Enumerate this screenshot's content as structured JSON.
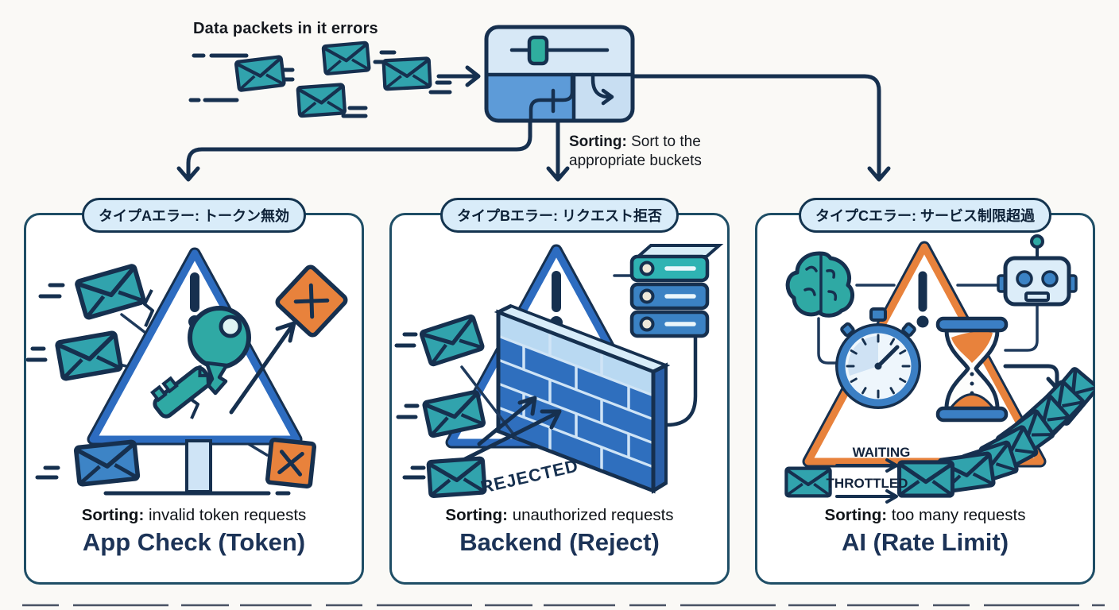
{
  "flow": {
    "input_label": "Data packets in it errors",
    "sorter_caption_bold": "Sorting:",
    "sorter_caption_rest": " Sort to the appropriate buckets",
    "sorter_icon": "sorter-box-with-slider-and-branch-arrows",
    "input_icons": [
      "mail-icon",
      "speed-lines",
      "arrow-right-icon"
    ]
  },
  "colors": {
    "background": "#faf9f6",
    "ink": "#16304f",
    "panel_border": "#1f4e66",
    "pill_fill": "#d9ecf9",
    "teal": "#31a3ad",
    "blue": "#3d84c6",
    "triangle_blue": "#2d6cc0",
    "triangle_orange": "#e8823c",
    "orange": "#e8823c",
    "light_blue": "#cfe4f6",
    "wall_blue": "#2f6fbe",
    "title_navy": "#1c3357"
  },
  "panels": [
    {
      "header": "タイプAエラー: トークン無効",
      "sorting_bold": "Sorting:",
      "sorting_rest": " invalid token requests",
      "title": "App Check (Token)",
      "icons": [
        "warning-triangle-icon",
        "broken-key-icon",
        "mail-icon",
        "blocked-mail-diamond-icon",
        "blocked-mail-square-icon",
        "escape-arrow-icon"
      ]
    },
    {
      "header": "タイプBエラー: リクエスト拒否",
      "sorting_bold": "Sorting:",
      "sorting_rest": " unauthorized requests",
      "title": "Backend (Reject)",
      "rejected_label": "REJECTED",
      "icons": [
        "warning-triangle-icon",
        "brick-wall-icon",
        "server-stack-icon",
        "mail-icon",
        "bounce-arrow-icon"
      ]
    },
    {
      "header": "タイプCエラー: サービス制限超過",
      "sorting_bold": "Sorting:",
      "sorting_rest": " too many requests",
      "title": "AI (Rate Limit)",
      "waiting_label": "WAITING",
      "throttled_label": "THROTTLED",
      "icons": [
        "warning-triangle-icon",
        "brain-icon",
        "robot-icon",
        "stopwatch-icon",
        "hourglass-icon",
        "mail-queue-icon"
      ]
    }
  ]
}
